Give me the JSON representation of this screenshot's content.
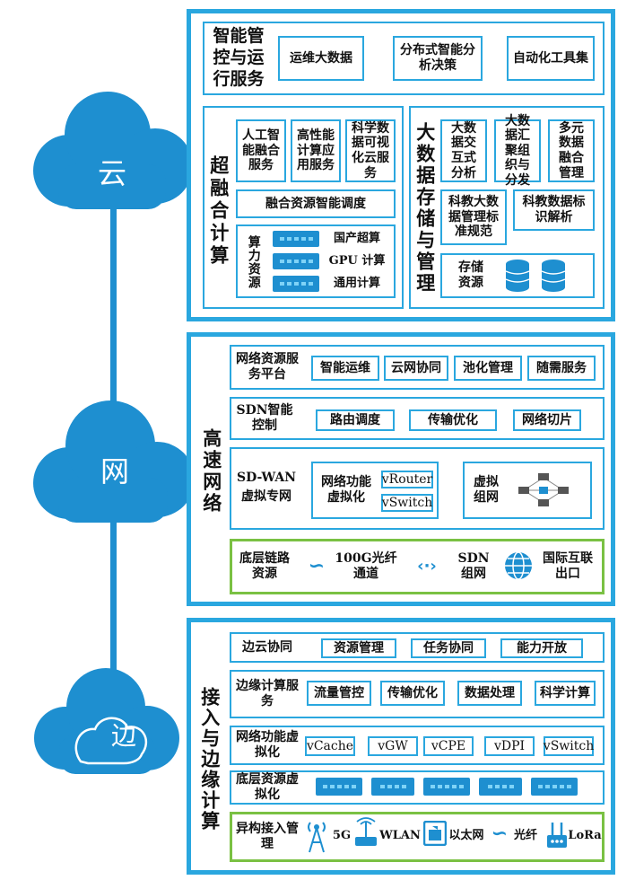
{
  "clouds": {
    "yun": "云",
    "wang": "网",
    "bian": "边"
  },
  "cloud_section": {
    "mgmt": {
      "title": "智能管控与运行服务",
      "items": [
        "运维大数据",
        "分布式智能分析决策",
        "自动化工具集"
      ]
    },
    "hyper": {
      "title": "超融合计算",
      "services": [
        "人工智能融合服务",
        "高性能计算应用服务",
        "科学数据可视化云服务"
      ],
      "scheduling": "融合资源智能调度",
      "compute_title": "算力资源",
      "compute_items": [
        "国产超算",
        "GPU 计算",
        "通用计算"
      ]
    },
    "bigdata": {
      "title": "大数据存储与管理",
      "row1": [
        "大数据交互式分析",
        "大数据汇聚组织与分发",
        "多元数据融合管理"
      ],
      "row2": [
        "科教大数据管理标准规范",
        "科教数据标识解析"
      ],
      "storage": "存储资源"
    }
  },
  "network_section": {
    "title": "高速网络",
    "platform": {
      "title": "网络资源服务平台",
      "items": [
        "智能运维",
        "云网协同",
        "池化管理",
        "随需服务"
      ]
    },
    "sdn": {
      "title": "SDN智能控制",
      "items": [
        "路由调度",
        "传输优化",
        "网络切片"
      ]
    },
    "sdwan": {
      "title": "SD-WAN虚拟专网",
      "nfv_title": "网络功能虚拟化",
      "nfv_items": [
        "vRouter",
        "vSwitch"
      ],
      "vnet_title": "虚拟组网"
    },
    "link": {
      "title": "底层链路资源",
      "fiber": "100G光纤通道",
      "sdn_net": "SDN组网",
      "intl": "国际互联出口"
    }
  },
  "edge_section": {
    "title": "接入与边缘计算",
    "collab": {
      "title": "边云协同",
      "items": [
        "资源管理",
        "任务协同",
        "能力开放"
      ]
    },
    "edge_compute": {
      "title": "边缘计算服务",
      "items": [
        "流量管控",
        "传输优化",
        "数据处理",
        "科学计算"
      ]
    },
    "nfv": {
      "title": "网络功能虚拟化",
      "items": [
        "vCache",
        "vGW",
        "vCPE",
        "vDPI",
        "vSwitch"
      ]
    },
    "base": {
      "title": "底层资源虚拟化"
    },
    "access": {
      "title": "异构接入管理",
      "items": [
        "5G",
        "WLAN",
        "以太网",
        "光纤",
        "LoRa"
      ]
    }
  }
}
